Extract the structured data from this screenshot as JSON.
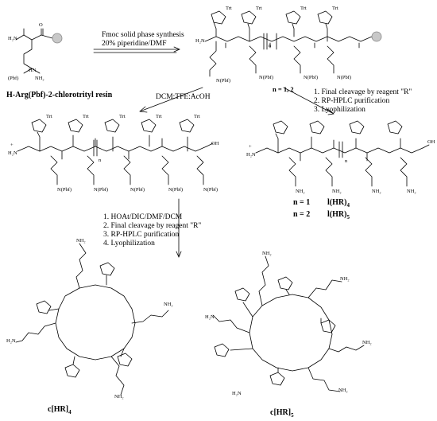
{
  "resin": {
    "label": "H-Arg(Pbf)-2-chlorotrityl resin",
    "groups": {
      "pbf": "(Pbf)",
      "nh": "N",
      "h": "H",
      "nh2": "NH",
      "o": "O"
    }
  },
  "step1": {
    "line1": "Fmoc solid phase synthesis",
    "line2": "20% piperidine/DMF"
  },
  "intermediate": {
    "n_values": "n = 1, 2"
  },
  "step2": {
    "reagent": "DCM:TFE:AcOH"
  },
  "step3": {
    "items": [
      "1. Final cleavage by reagent \"R\"",
      "2. RP-HPLC purification",
      "3. Lyophilization"
    ]
  },
  "linear": {
    "n1": "n = 1",
    "n2": "n = 2",
    "name1_base": "l(HR)",
    "name1_sub": "4",
    "name2_base": "l(HR)",
    "name2_sub": "5"
  },
  "step4": {
    "items": [
      "1. HOAt/DIC/DMF/DCM",
      "2. Final cleavage by reagent \"R\"",
      "3. RP-HPLC purification",
      "4. Lyophilization"
    ]
  },
  "cyclic": {
    "c4_base": "c[HR]",
    "c4_sub": "4",
    "c5_base": "c[HR]",
    "c5_sub": "5"
  },
  "atoms": {
    "trt": "Trt",
    "n": "N",
    "nh": "NH",
    "nh2": "NH₂",
    "h2n": "H₂N",
    "hn": "HN",
    "h": "H",
    "o": "O",
    "oh": "OH",
    "pbf": "(Pbf)",
    "npbf": "N(Pbf)",
    "plus": "+",
    "sub_n": "n"
  }
}
